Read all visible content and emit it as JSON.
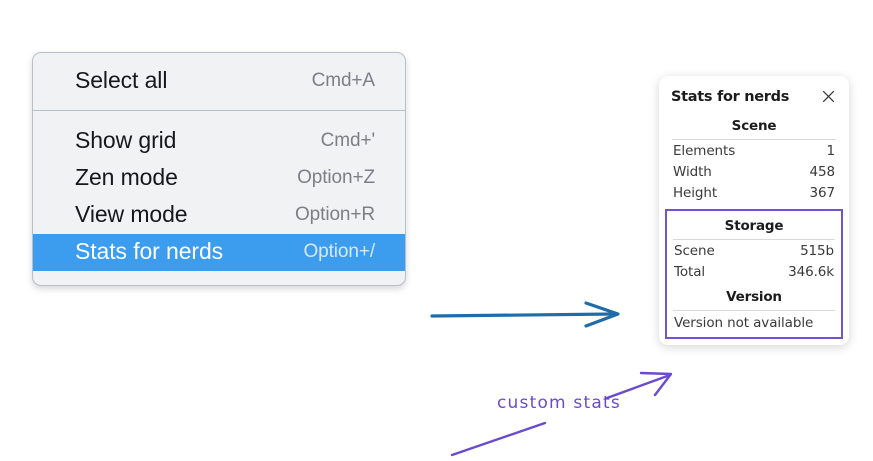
{
  "context_menu": {
    "name": "canvas-context-menu",
    "groups": [
      {
        "items": [
          {
            "label": "Select all",
            "shortcut": "Cmd+A",
            "selected": false
          }
        ]
      },
      {
        "items": [
          {
            "label": "Show grid",
            "shortcut": "Cmd+'",
            "selected": false
          },
          {
            "label": "Zen mode",
            "shortcut": "Option+Z",
            "selected": false
          },
          {
            "label": "View mode",
            "shortcut": "Option+R",
            "selected": false
          },
          {
            "label": "Stats for nerds",
            "shortcut": "Option+/",
            "selected": true
          }
        ]
      }
    ],
    "highlight_color": "#3c9cee"
  },
  "stats_panel": {
    "title": "Stats for nerds",
    "close_icon": "close-icon",
    "sections": [
      {
        "heading": "Scene",
        "rows": [
          {
            "key": "Elements",
            "value": "1"
          },
          {
            "key": "Width",
            "value": "458"
          },
          {
            "key": "Height",
            "value": "367"
          }
        ]
      },
      {
        "heading": "Storage",
        "rows": [
          {
            "key": "Scene",
            "value": "515b"
          },
          {
            "key": "Total",
            "value": "346.6k"
          }
        ]
      },
      {
        "heading": "Version",
        "single_line": "Version not available"
      }
    ],
    "highlight_border_color": "#7450d2"
  },
  "annotations": {
    "blue_arrow": {
      "name": "blue-flow-arrow",
      "color": "#1f6cab"
    },
    "purple_arrow": {
      "name": "purple-callout-arrow",
      "color": "#6a4bd0"
    },
    "purple_line": {
      "name": "purple-underline-stroke",
      "color": "#6a4bd0"
    },
    "label": "custom stats"
  }
}
